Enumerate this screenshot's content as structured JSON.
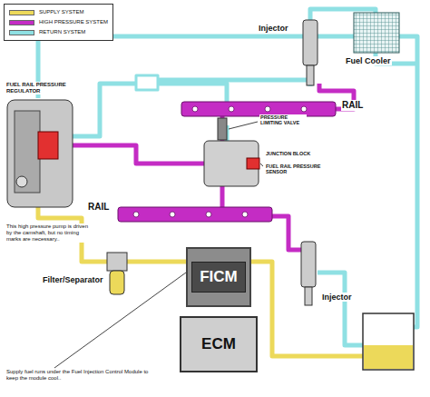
{
  "diagram": {
    "nodes": [
      {
        "text": [
          "FICM"
        ]
      },
      {
        "text": [
          "ECM"
        ]
      }
    ],
    "labels": [
      "Injector",
      "Fuel Cooler",
      "FUEL RAIL PRESSURE REGULATOR",
      "RAIL",
      "PRESSURE LIMITING VALVE",
      "JUNCTION BLOCK",
      "FUEL RAIL PRESSURE SENSOR",
      "RAIL",
      "This high pressure pump is driven by the camshaft, but no timing marks are necessary..",
      "Injector",
      "Filter/Separator",
      "Supply fuel runs under the Fuel Injection Control Module to keep the module cool.."
    ],
    "legend": [
      {
        "text": "SUPPLY SYSTEM",
        "color": "#ecd95a"
      },
      {
        "text": "HIGH PRESSURE SYSTEM",
        "color": "#c42cc4"
      },
      {
        "text": "RETURN SYSTEM",
        "color": "#8fe0e3"
      }
    ]
  }
}
